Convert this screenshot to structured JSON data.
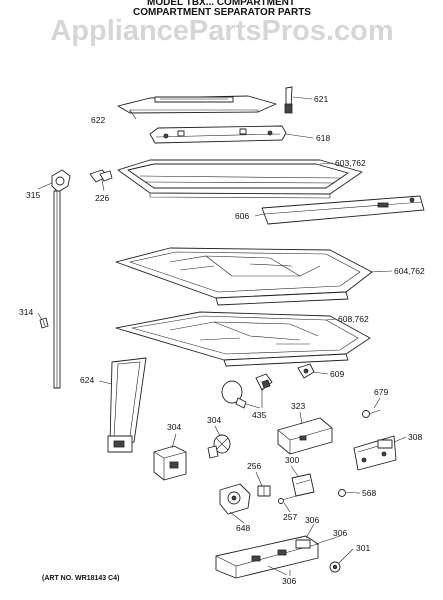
{
  "header": {
    "watermark": "AppliancePartsPros.com",
    "title_partial": "MODEL TBX... COMPARTMENT",
    "title": "COMPARTMENT SEPARATOR PARTS"
  },
  "art_no": "(ART NO. WR18143 C4)",
  "callouts": {
    "p621": "621",
    "p622": "622",
    "p618": "618",
    "p603": "603,762",
    "p315": "315",
    "p226": "226",
    "p606": "606",
    "p604": "604,762",
    "p314": "314",
    "p608": "608,762",
    "p609": "609",
    "p624": "624",
    "p679": "679",
    "p435": "435",
    "p323": "323",
    "p308": "308",
    "p304a": "304",
    "p304b": "304",
    "p256": "256",
    "p300": "300",
    "p568": "568",
    "p257": "257",
    "p648": "648",
    "p306a": "306",
    "p306b": "306",
    "p301": "301",
    "p306c": "306"
  }
}
